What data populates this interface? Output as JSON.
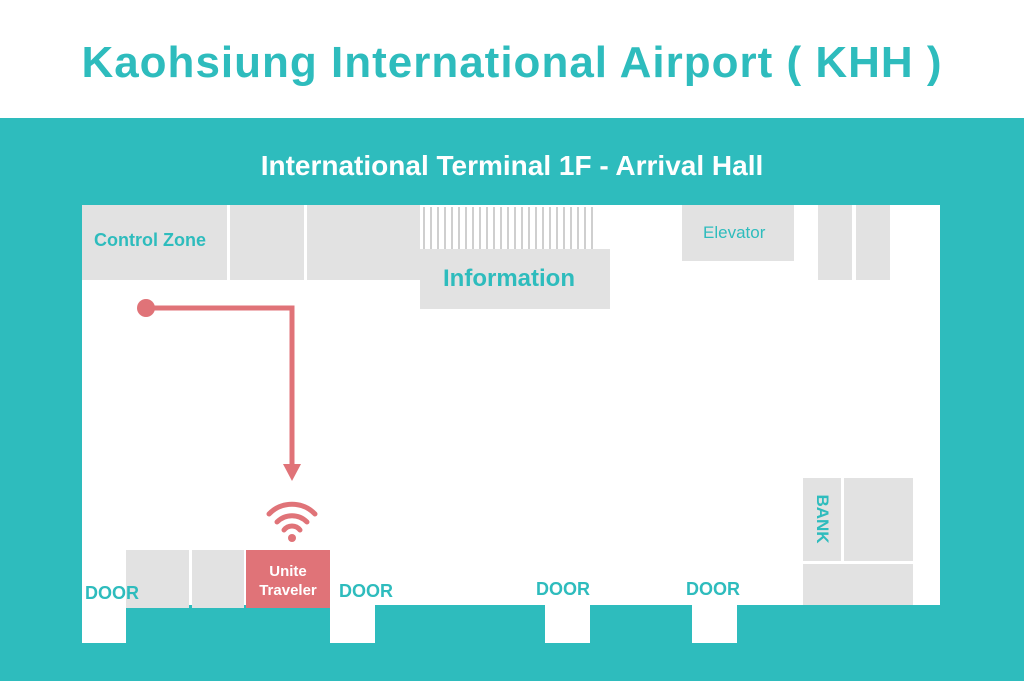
{
  "title": "Kaohsiung International Airport ( KHH )",
  "subtitle": "International Terminal 1F - Arrival  Hall",
  "colors": {
    "teal": "#2ebcbd",
    "block": "#e2e2e2",
    "route": "#e07378",
    "label": "#2ebcbd",
    "white": "#ffffff"
  },
  "labels": {
    "control_zone": "Control Zone",
    "information": "Information",
    "elevator": "Elevator",
    "bank": "BANK",
    "door_1": "DOOR",
    "door_2": "DOOR",
    "door_3": "DOOR",
    "door_4": "DOOR"
  },
  "booth": {
    "line1": "Unite",
    "line2": "Traveler"
  },
  "icons": {
    "start": "route-start-dot-icon",
    "arrow": "arrow-down-icon",
    "wifi": "wifi-icon"
  }
}
